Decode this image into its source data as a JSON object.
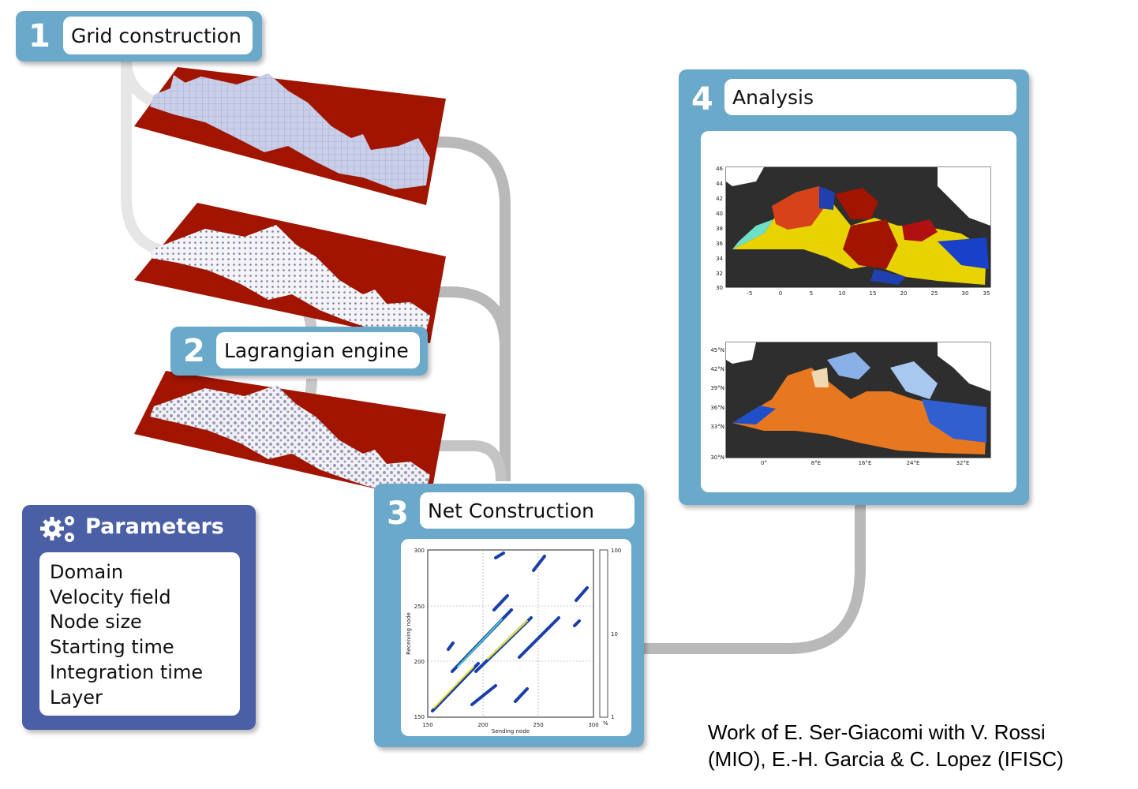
{
  "steps": [
    {
      "number": "1",
      "label": "Grid construction"
    },
    {
      "number": "2",
      "label": "Lagrangian engine"
    },
    {
      "number": "3",
      "label": "Net Construction"
    },
    {
      "number": "4",
      "label": "Analysis"
    }
  ],
  "parameters": {
    "title": "Parameters",
    "items": [
      "Domain",
      "Velocity field",
      "Node size",
      "Starting time",
      "Integration time",
      "Layer"
    ]
  },
  "net_plot": {
    "xlabel": "Sending node",
    "ylabel": "Receiving node",
    "x_ticks": [
      "150",
      "200",
      "250",
      "300"
    ],
    "y_ticks": [
      "150",
      "200",
      "250",
      "300"
    ],
    "colorbar_ticks": [
      "100",
      "10",
      "1"
    ],
    "colorbar_unit": "%"
  },
  "map_top": {
    "x_ticks": [
      "-5",
      "0",
      "5",
      "10",
      "15",
      "20",
      "25",
      "30",
      "35"
    ],
    "y_ticks": [
      "46",
      "44",
      "42",
      "40",
      "38",
      "36",
      "34",
      "32",
      "30"
    ]
  },
  "map_bottom": {
    "x_ticks": [
      "0°",
      "8°E",
      "16°E",
      "24°E",
      "32°E"
    ],
    "y_ticks": [
      "45°N",
      "42°N",
      "39°N",
      "36°N",
      "33°N",
      "30°N"
    ]
  },
  "credit": {
    "line1": "Work of E. Ser-Giacomi with V. Rossi",
    "line2": "(MIO), E.-H. Garcia & C. Lopez (IFISC)"
  },
  "colors": {
    "step_blue": "#6aa9c9",
    "params_blue": "#4a5fa6",
    "layer_red": "#a01400",
    "sea_blue": "#c9cfe8",
    "land_dark": "#2e2e2e"
  }
}
